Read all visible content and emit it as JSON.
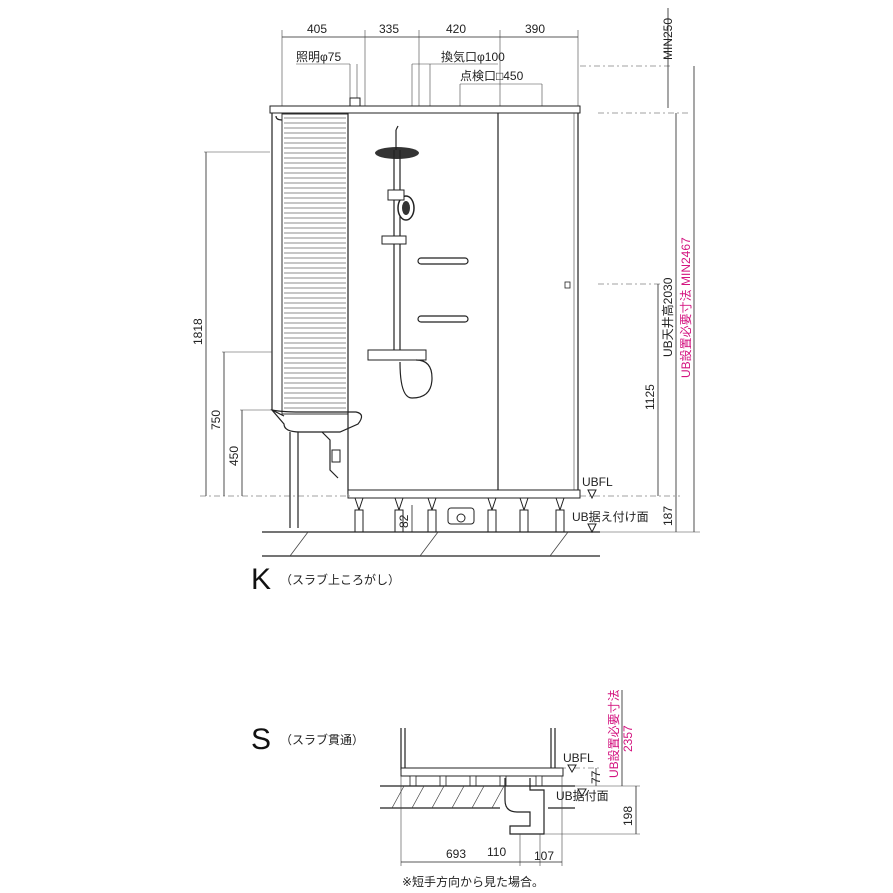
{
  "top_dimensions": [
    "405",
    "335",
    "420",
    "390"
  ],
  "min250": "MIN250",
  "lighting_label": "照明φ75",
  "vent_label": "換気口φ100",
  "inspection_label": "点検口□450",
  "dim_1818": "1818",
  "dim_750": "750",
  "dim_450": "450",
  "dim_82": "82",
  "dim_1125": "1125",
  "dim_187": "187",
  "ceiling_height_label": "UB天井高2030",
  "install_min_label": "UB設置必要寸法 MIN2467",
  "ubfl_label": "UBFL",
  "ub_mount_surface_label_k": "UB据え付け面",
  "section_k_letter": "K",
  "section_k_caption": "（スラブ上ころがし）",
  "section_s_letter": "S",
  "section_s_caption": "（スラブ貫通）",
  "s_install_label_line1": "UB設置必要寸法",
  "s_install_label_line2": "2357",
  "s_ubfl_label": "UBFL",
  "s_dim_77": "77",
  "s_ub_mount_surface_label": "UB据付面",
  "s_dim_198": "198",
  "s_dim_693": "693",
  "s_dim_110": "110",
  "s_dim_107": "107",
  "footnote": "※短手方向から見た場合。",
  "colors": {
    "line": "#222222",
    "magenta": "#d3127f",
    "grey": "#d8d8d8"
  }
}
